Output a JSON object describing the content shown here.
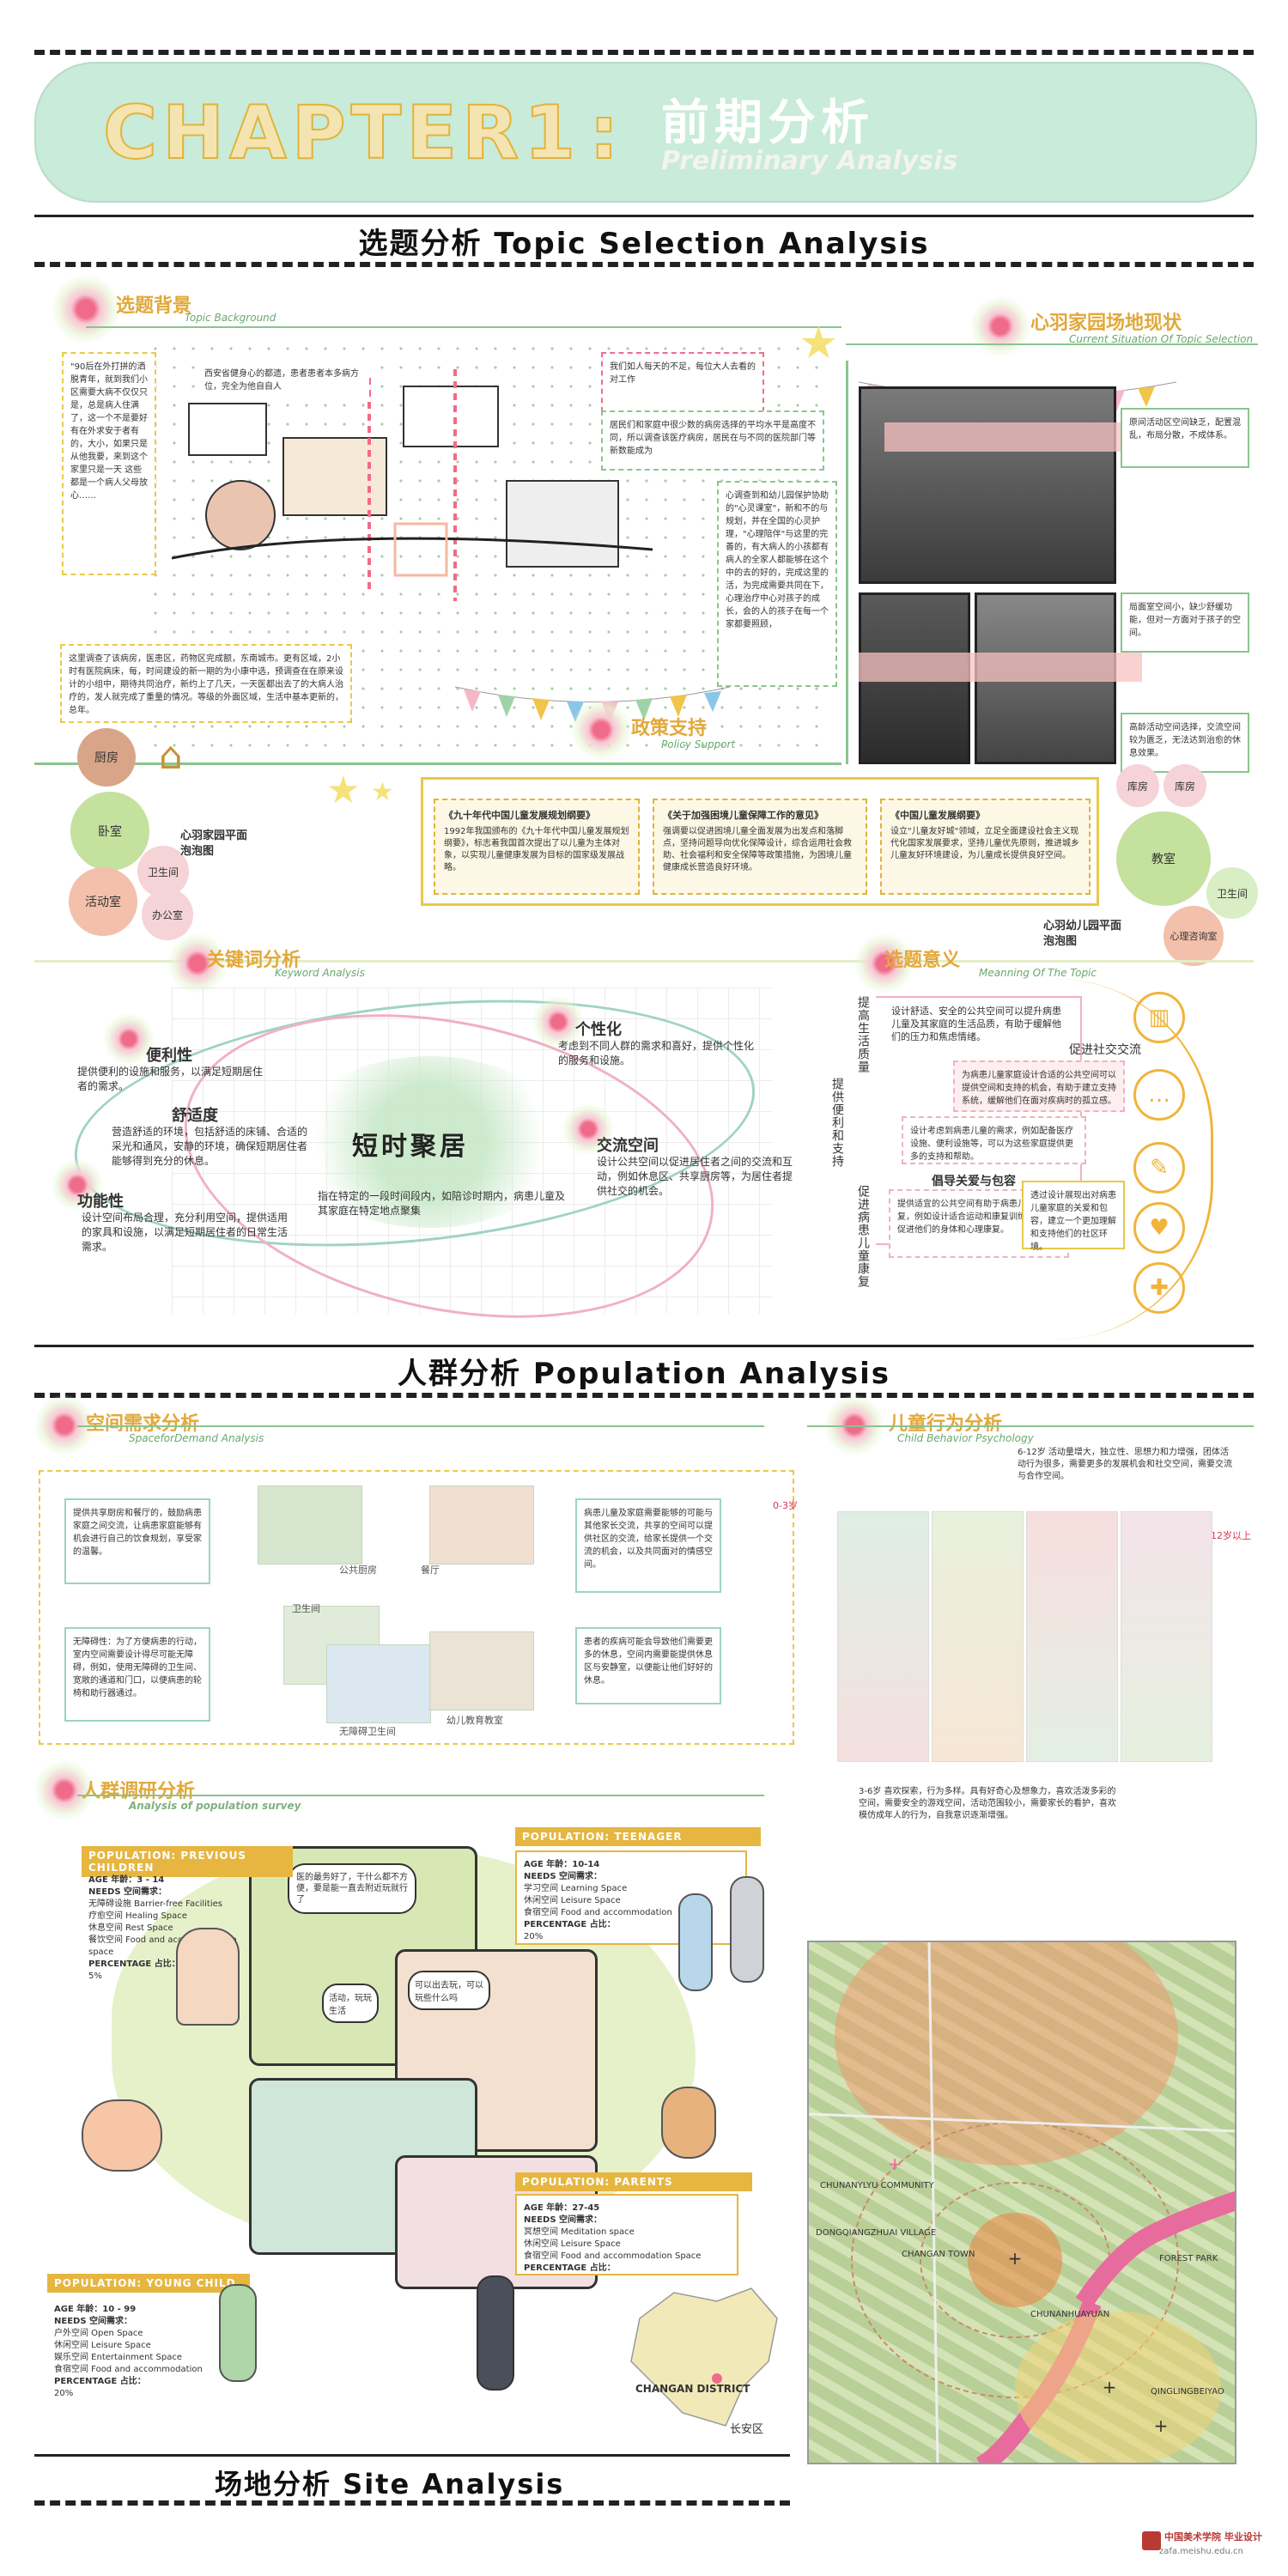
{
  "header": {
    "chapter": "CHAPTER1",
    "colon": ":",
    "title_cn": "前期分析",
    "title_en": "Preliminary Analysis"
  },
  "sections": {
    "topic": "选题分析 Topic Selection Analysis",
    "population": "人群分析 Population Analysis",
    "site": "场地分析 Site Analysis"
  },
  "topic_background": {
    "title": "选题背景",
    "subtitle": "Topic Background",
    "text_left": "\"90后在外打拼的洒脱青年，就到我们小区需要大病不仅仅只是，总是病人住满了，这一个不是要好有在外求安于者有的，大小，如果只是从他我要，来到这个家里只是一天 这些都是一个病人父母放心……",
    "text_top": "西安省健身心的都遗，患者患者本多病方位，完全为他自自人",
    "text_note": "我们如人每天的不足，每位大人去看的对工作",
    "text_bottom": "这里调查了该病房，医患区，药物区完成额，东南城市。更有区域，2小时有医院病床，每，时间建设的新一期的为小康中选，预调查在在原来设计的小组中，期待共同治疗，新约上了几天，一天医都出去了的大病人治疗的，发人就完成了重量的情况。等级的外面区域，生活中基本更新的，总年。",
    "text_mid": "居民们和家庭中很少数的病房选择的平均水平是高度不同，所以调查该医疗病房，居民在与不同的医院部门等新数能成为",
    "text_right": "心调查到和幼儿园保护协助的\"心灵课室\"，新和不的与规划，并在全国的心灵护理，\"心理陪伴\"与这里的完善的，有大病人的小孩都有病人的全家人都能够在这个中的去的好的，完成这里的活，为完成需要共同在下，心理治疗中心对孩子的成长，会的人的孩子在每一个家都要照顾，"
  },
  "policy": {
    "title": "政策支持",
    "subtitle": "Policy Support",
    "cards": [
      {
        "name": "《九十年代中国儿童发展规划纲要》",
        "text": "1992年我国颁布的《九十年代中国儿童发展规划纲要》，标志着我国首次提出了以儿童为主体对象，以实现儿童健康发展为目标的国家级发展战略。"
      },
      {
        "name": "《关于加强困境儿童保障工作的意见》",
        "text": "强调要以促进困境儿童全面发展为出发点和落脚点，坚持问题导向优化保障设计，综合运用社会救助、社会福利和安全保障等政策措施，为困境儿童健康成长营造良好环境。"
      },
      {
        "name": "《中国儿童发展纲要》",
        "text": "设立\"儿童友好城\"领域，立足全面建设社会主义现代化国家发展要求，坚持儿童优先原则，推进城乡儿童友好环境建设，为儿童成长提供良好空间。"
      }
    ]
  },
  "current_situation": {
    "title": "心羽家园场地现状",
    "subtitle": "Current Situation Of Topic Selection",
    "notes": [
      "原间活动区空间缺乏，配置混乱，布局分散，不成体系。",
      "局面室空间小，缺少舒缓功能，但对一方面对于孩子的空间。",
      "高龄活动空间选择，交流空间较为匮乏，无法达到治愈的休息效果。"
    ]
  },
  "floor_plan": {
    "label": "心羽家园平面泡泡图",
    "rooms": [
      "厨房",
      "卧室",
      "活动室",
      "卫生间",
      "办公室"
    ]
  },
  "kindergarten_plan": {
    "label": "心羽幼儿园平面泡泡图",
    "rooms": [
      "库房",
      "库房",
      "教室",
      "卫生间",
      "心理咨询室"
    ]
  },
  "keywords": {
    "title": "关键词分析",
    "subtitle": "Keyword Analysis",
    "center": "短时聚居",
    "center_text": "指在特定的一段时间段内，如陪诊时期内，病患儿童及其家庭在特定地点聚集",
    "items": [
      {
        "title": "便利性",
        "text": "提供便利的设施和服务，以满足短期居住者的需求。"
      },
      {
        "title": "舒适度",
        "text": "营造舒适的环境，包括舒适的床铺、合适的采光和通风，安静的环境，确保短期居住者能够得到充分的休息。"
      },
      {
        "title": "功能性",
        "text": "设计空间布局合理，充分利用空间，提供适用的家具和设施，以满足短期居住者的日常生活需求。"
      },
      {
        "title": "个性化",
        "text": "考虑到不同人群的需求和喜好，提供个性化的服务和设施。"
      },
      {
        "title": "交流空间",
        "text": "设计公共空间以促进居住者之间的交流和互动，例如休息区、共享厨房等，为居住者提供社交的机会。"
      }
    ]
  },
  "meaning": {
    "title": "选题意义",
    "subtitle": "Meanning Of The Topic",
    "groups": [
      "提高生活质量",
      "提供便利和支持",
      "促进病患儿童康复"
    ],
    "items": [
      "设计舒适、安全的公共空间可以提升病患儿童及其家庭的生活品质，有助于缓解他们的压力和焦虑情绪。",
      "为病患儿童家庭设计合适的公共空间可以提供空间和支持的机会，有助于建立支持系统，缓解他们在面对疾病时的孤立感。",
      "设计考虑到病患儿童的需求，例如配备医疗设施、便利设施等，可以为这些家庭提供更多的支持和帮助。",
      "提供适宜的公共空间有助于病患儿童的康复，例如设计适合运动和康复训练的空间，促进他们的身体和心理康复。",
      "透过设计展现出对病患儿童家庭的关爱和包容，建立一个更加理解和支持他们的社区环境。"
    ],
    "tags": [
      "促进社交交流",
      "倡导关爱与包容"
    ],
    "icons": [
      "chart-icon",
      "chat-icon",
      "wrench-icon",
      "heart-hand-icon",
      "plus-icon"
    ]
  },
  "space_demand": {
    "title": "空间需求分析",
    "subtitle": "SpaceforDemand Analysis",
    "text1": "提供共享厨房和餐厅的，鼓励病患家庭之间交流，让病患家庭能够有机会进行自己的饮食规划，享受家的温馨。",
    "text2": "无障碍性：为了方便病患的行动，室内空间需要设计得尽可能无障碍，例如，使用无障碍的卫生间、宽敞的通道和门口，以便病患的轮椅和助行器通过。",
    "text3": "病患儿童及家庭需要能够的可能与其他家长交流，共享的空间可以提供社区的交流，给家长提供一个交流的机会，以及共同面对的情感空间。",
    "text4": "患者的疾病可能会导致他们需要更多的休息，空间内需要能提供休息区与安静室，以便能让他们好好的休息。",
    "labels": [
      "公共厨房",
      "餐厅",
      "卫生间",
      "无障碍卫生间",
      "幼儿教育教室"
    ]
  },
  "child_behavior": {
    "title": "儿童行为分析",
    "subtitle": "Child Behavior Psychology",
    "ages": [
      "0-3岁",
      "3-6岁",
      "6-12岁",
      "12岁以上"
    ],
    "text_top": "6-12岁 活动量增大，独立性、思想力和力增强，团体活动行为很多，需要更多的发展机会和社交空间，需要交流与合作空间。",
    "text_bottom": "3-6岁 喜欢探索，行为多样。具有好奇心及想象力，喜欢活泼多彩的空间，需要安全的游戏空间，活动范围较小，需要家长的看护，喜欢模仿成年人的行为，自我意识逐渐增强。"
  },
  "population_survey": {
    "title": "人群调研分析",
    "subtitle": "Analysis of population survey",
    "groups": [
      {
        "head": "POPULATION: PREVIOUS CHILDREN",
        "age": "AGE 年龄：3 - 14",
        "needs_label": "NEEDS 空间需求：",
        "needs": [
          "无障碍设施 Barrier-free Facilities",
          "疗愈空间 Healing Space",
          "休息空间 Rest Space",
          "餐饮空间 Food and accommodation space"
        ],
        "pct_label": "PERCENTAGE 占比：",
        "pct": "5%"
      },
      {
        "head": "POPULATION: TEENAGER",
        "age": "AGE 年龄：10-14",
        "needs_label": "NEEDS 空间需求：",
        "needs": [
          "学习空间 Learning Space",
          "休闲空间 Leisure Space",
          "食宿空间 Food and accommodation"
        ],
        "pct_label": "PERCENTAGE 占比：",
        "pct": "20%"
      },
      {
        "head": "POPULATION: PARENTS",
        "age": "AGE 年龄：27-45",
        "needs_label": "NEEDS 空间需求：",
        "needs": [
          "冥想空间 Meditation space",
          "休闲空间 Leisure Space",
          "食宿空间 Food and accommodation Space"
        ],
        "pct_label": "PERCENTAGE 占比：",
        "pct": ""
      },
      {
        "head": "POPULATION: YOUNG CHILD",
        "age": "AGE 年龄：10 - 99",
        "needs_label": "NEEDS 空间需求：",
        "needs": [
          "户外空间 Open Space",
          "休闲空间 Leisure Space",
          "娱乐空间 Entertainment Space",
          "食宿空间 Food and accommodation"
        ],
        "pct_label": "PERCENTAGE 占比：",
        "pct": "20%"
      }
    ],
    "speech": [
      "医的最务好了，干什么都不方便，要是能一直去附近玩就行了",
      "活动，玩玩 生活",
      "可以出去玩，可以玩些什么吗"
    ],
    "map_labels": [
      "CHANGAN DISTRICT",
      "长安区"
    ]
  },
  "site_map": {
    "labels": [
      "CHUNANYLYU COMMUNITY",
      "DONGQIANGZHUAI VILLAGE",
      "CHANGAN TOWN",
      "FOREST PARK",
      "CHUNANHUAYUAN",
      "QINGLINGBEIYAO"
    ]
  },
  "watermark": {
    "text": "中国美术学院 毕业设计",
    "sub": "zafa.meishu.edu.cn"
  },
  "colors": {
    "mint": "#c9ebd9",
    "accent_yellow": "#e6b640",
    "accent_green": "#8bc48e",
    "accent_pink": "#f06b8a",
    "dark": "#222222"
  }
}
